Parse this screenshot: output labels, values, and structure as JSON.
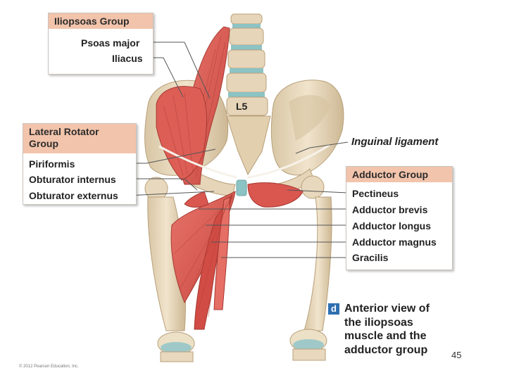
{
  "iliopsoas": {
    "title": "Iliopsoas Group",
    "items": [
      "Psoas major",
      "Iliacus"
    ]
  },
  "lateral_rotator": {
    "title": "Lateral Rotator Group",
    "items": [
      "Piriformis",
      "Obturator internus",
      "Obturator externus"
    ]
  },
  "adductor": {
    "title": "Adductor Group",
    "items": [
      "Pectineus",
      "Adductor brevis",
      "Adductor longus",
      "Adductor magnus",
      "Gracilis"
    ]
  },
  "vertebra_label": "L5",
  "ligament_label": "Inguinal ligament",
  "caption": {
    "badge": "d",
    "lines": [
      "Anterior view of",
      "the iliopsoas",
      "muscle and the",
      "adductor group"
    ]
  },
  "page_number": "45",
  "copyright": "© 2012 Pearson Education, Inc.",
  "colors": {
    "header_fill": "#f2c4ab",
    "muscle": "#d9574f",
    "bone": "#e8d8bd",
    "cartilage": "#9fc9c9",
    "badge": "#2e6fb0"
  }
}
